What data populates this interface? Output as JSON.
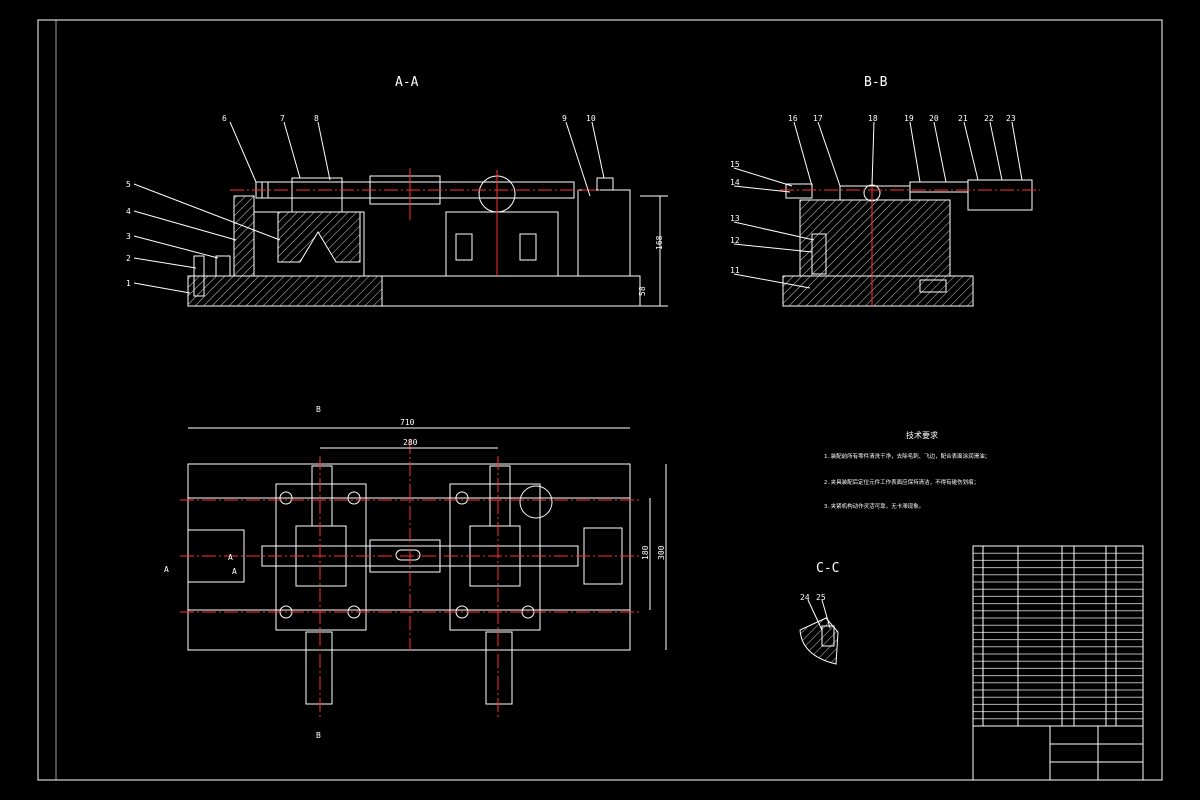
{
  "views": {
    "section_aa": "A-A",
    "section_bb": "B-B",
    "section_cc": "C-C",
    "view_mark_a": "A",
    "view_mark_b": "B"
  },
  "balloons_aa": [
    "1",
    "2",
    "3",
    "4",
    "5",
    "6",
    "7",
    "8",
    "9",
    "10"
  ],
  "balloons_bb": [
    "11",
    "12",
    "13",
    "14",
    "15",
    "16",
    "17",
    "18",
    "19",
    "20",
    "21",
    "22",
    "23"
  ],
  "balloons_cc": [
    "24",
    "25"
  ],
  "dimensions": {
    "overall_length": "710",
    "center_distance": "280",
    "width_inner": "180",
    "width_outer": "300",
    "base_height": "58",
    "total_height": "168"
  },
  "tech_requirements": {
    "title": "技术要求",
    "items": [
      "1.装配前所有零件清洗干净，去除毛刺、飞边，配合表面涂润滑油；",
      "2.夹具装配后定位元件工作表面应保持清洁，不得有碰伤划痕；",
      "3.夹紧机构动作灵活可靠，无卡滞现象。"
    ]
  },
  "colors": {
    "background": "#000000",
    "line": "#ffffff",
    "centerline": "#ff3030"
  }
}
